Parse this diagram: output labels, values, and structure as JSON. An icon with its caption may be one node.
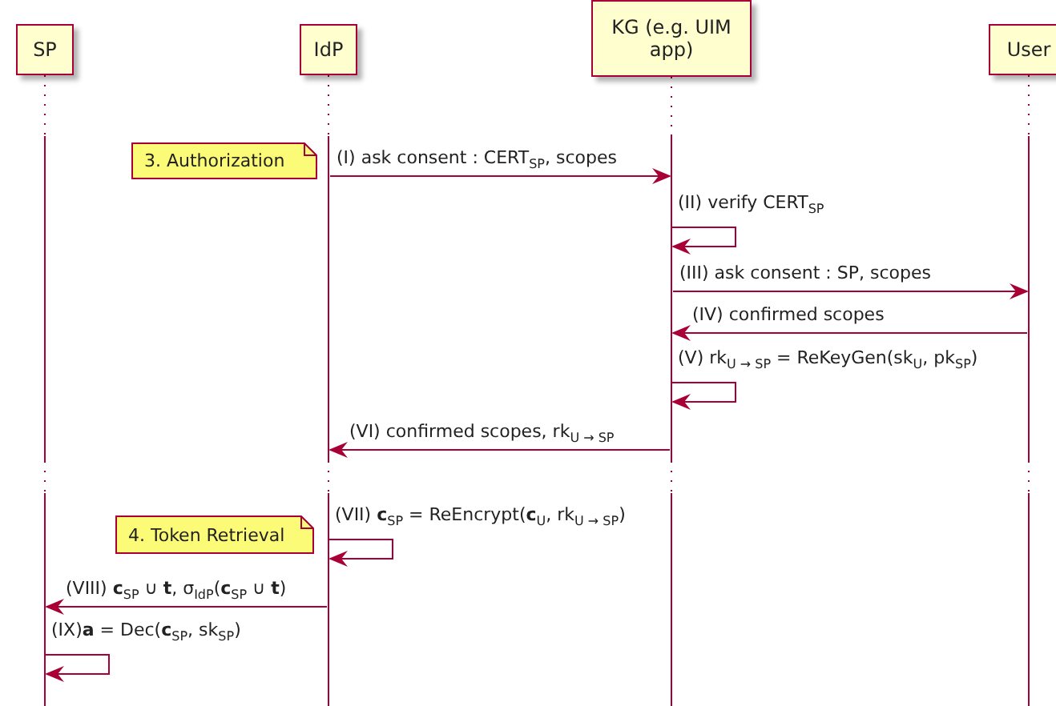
{
  "diagram": {
    "nodes": [
      {
        "text": [
          "SP"
        ]
      },
      {
        "text": [
          "IdP"
        ]
      },
      {
        "text": [
          "KG (e.g. UIM app)"
        ]
      },
      {
        "text": [
          "User"
        ]
      },
      {
        "text": [
          "3. Authorization"
        ]
      },
      {
        "text": [
          "4. Token Retrieval"
        ]
      }
    ],
    "edges": [
      {
        "from": 1,
        "to": 2,
        "arrow": "to",
        "label": "(I) ask consent : CERT$_{SP}$, scopes"
      },
      {
        "from": 2,
        "to": 2,
        "arrow": "to",
        "label": "(II) verify CERT$_{SP}$"
      },
      {
        "from": 2,
        "to": 3,
        "arrow": "to",
        "label": "(III) ask consent : SP, scopes"
      },
      {
        "from": 3,
        "to": 2,
        "arrow": "to",
        "label": "(IV) confirmed scopes"
      },
      {
        "from": 2,
        "to": 2,
        "arrow": "to",
        "label": "(V) rk$_{U → SP}$ = ReKeyGen(sk$_{U}$, pk$_{SP}$)"
      },
      {
        "from": 2,
        "to": 1,
        "arrow": "to",
        "label": "(VI) confirmed scopes, rk$_{U → SP}$"
      },
      {
        "from": 1,
        "to": 1,
        "arrow": "to",
        "label": "(VII) **c**$_{SP}$ = ReEncrypt(**c**$_{U}$, rk$_{U → SP}$)"
      },
      {
        "from": 1,
        "to": 0,
        "arrow": "to",
        "label": "(VIII) **c**$_{SP}$ ∪ **t**, σ$_{IdP}$(**c**$_{SP}$ ∪ **t**)"
      },
      {
        "from": 0,
        "to": 0,
        "arrow": "to",
        "label": "(IX)**a** = Dec(**c**$_{SP}$, sk$_{SP}$)"
      }
    ]
  }
}
